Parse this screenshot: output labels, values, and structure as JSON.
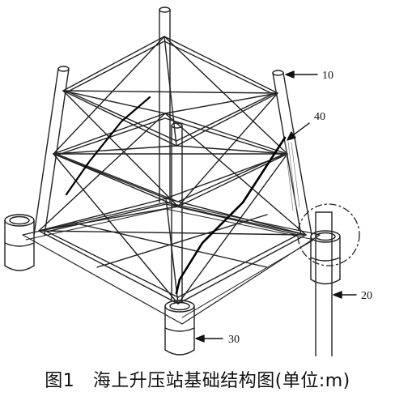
{
  "figure": {
    "caption": "图1　海上升压站基础结构图(单位:m)",
    "callouts": [
      {
        "id": "callout-10",
        "text": "10"
      },
      {
        "id": "callout-40",
        "text": "40"
      },
      {
        "id": "callout-20",
        "text": "20"
      },
      {
        "id": "callout-30",
        "text": "30"
      }
    ]
  }
}
